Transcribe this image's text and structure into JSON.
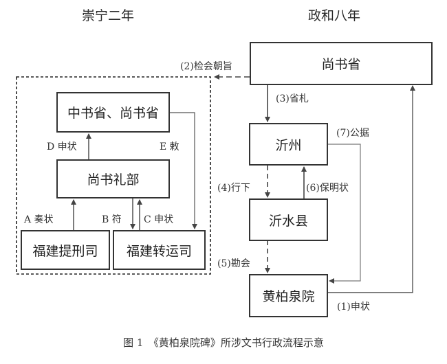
{
  "titles": {
    "left": "崇宁二年",
    "right": "政和八年"
  },
  "left_group": {
    "boxes": {
      "zhongshu_shangshu": "中书省、尚书省",
      "shangshu_libu": "尚书礼部",
      "fujian_tixing": "福建提刑司",
      "fujian_zhuanyun": "福建转运司"
    },
    "edges": {
      "A": "A 奏状",
      "B": "B 符",
      "C": "C 申状",
      "D": "D 申状",
      "E": "E 敕"
    }
  },
  "right_group": {
    "boxes": {
      "shangshusheng": "尚书省",
      "yizhou": "沂州",
      "yishuixian": "沂水县",
      "huangbaiquanyuan": "黄柏泉院"
    },
    "edges": {
      "step1": "(1)申状",
      "step2": "(2)检会朝旨",
      "step3": "(3)省札",
      "step4": "(4)行下",
      "step5": "(5)勘会",
      "step6": "(6)保明状",
      "step7": "(7)公据"
    }
  },
  "caption": "图 1　《黄柏泉院碑》所涉文书行政流程示意"
}
